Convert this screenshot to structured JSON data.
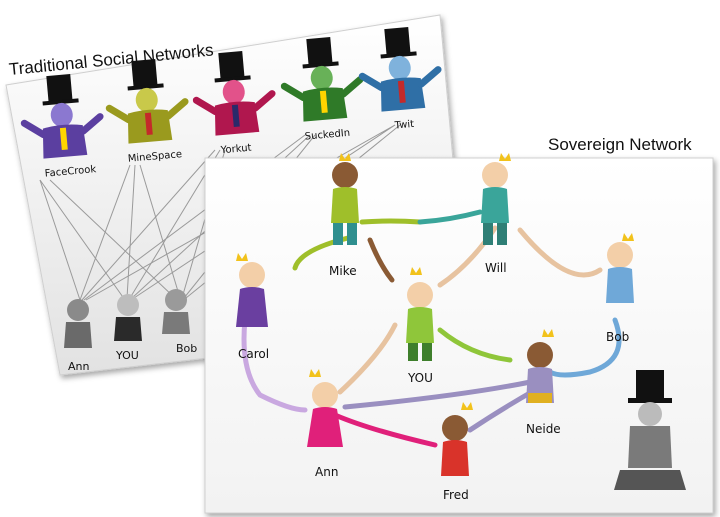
{
  "traditional": {
    "title": "Traditional Social Networks",
    "networks": [
      {
        "label": "FaceCrook",
        "color": "#5b3fa0",
        "accent": "#8b78d0"
      },
      {
        "label": "MineSpace",
        "color": "#9a9a1e",
        "accent": "#c9c94a"
      },
      {
        "label": "Yorkut",
        "color": "#b0174e",
        "accent": "#e2528a"
      },
      {
        "label": "SuckedIn",
        "color": "#2f7a28",
        "accent": "#68b158"
      },
      {
        "label": "Twit",
        "color": "#2f6fa6",
        "accent": "#7fb2dc"
      }
    ],
    "users": [
      {
        "label": "Ann"
      },
      {
        "label": "YOU"
      },
      {
        "label": "Bob"
      }
    ]
  },
  "sovereign": {
    "title": "Sovereign Network",
    "people": [
      {
        "label": "Mike",
        "shirt": "#9fbf2a",
        "pants": "#2f8f8f",
        "skin": "#8a5a34"
      },
      {
        "label": "Will",
        "shirt": "#3aa59a",
        "pants": "#3aa59a",
        "skin": "#f3cfa8"
      },
      {
        "label": "Bob",
        "shirt": "#6fa8d8",
        "pants": "#1f6f96",
        "skin": "#f3cfa8"
      },
      {
        "label": "Carol",
        "shirt": "#c9a8e0",
        "pants": "#6a3fa0",
        "skin": "#f3cfa8"
      },
      {
        "label": "YOU",
        "shirt": "#8fc63a",
        "pants": "#3e7f2c",
        "skin": "#f3cfa8"
      },
      {
        "label": "Neide",
        "shirt": "#9a8fc0",
        "pants": "#7a3f9a",
        "skin": "#8a5a34"
      },
      {
        "label": "Ann",
        "shirt": "#e0207a",
        "pants": "#e0207a",
        "skin": "#f3cfa8"
      },
      {
        "label": "Fred",
        "shirt": "#d9332a",
        "pants": "#d9332a",
        "skin": "#8a5a34"
      }
    ]
  }
}
